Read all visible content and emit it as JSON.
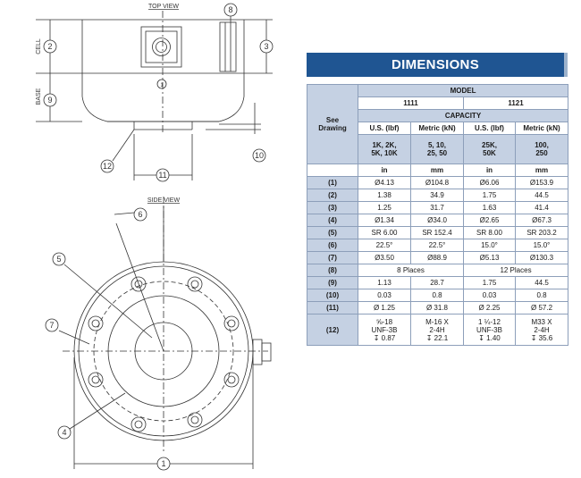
{
  "drawing": {
    "top_view_title": "TOP VIEW",
    "side_view_title": "SIDE VIEW",
    "cell_label": "CELL",
    "base_label": "BASE",
    "callouts": [
      "1",
      "2",
      "3",
      "4",
      "5",
      "6",
      "7",
      "8",
      "9",
      "10",
      "11",
      "12"
    ]
  },
  "dimensions": {
    "title": "DIMENSIONS",
    "see_drawing": [
      "See",
      "Drawing"
    ],
    "model_label": "MODEL",
    "models": [
      "1111",
      "1121"
    ],
    "capacity_label": "CAPACITY",
    "unit_headers": [
      "U.S. (lbf)",
      "Metric (kN)",
      "U.S. (lbf)",
      "Metric (kN)"
    ],
    "capacities": [
      [
        "1K, 2K,",
        "5K, 10K"
      ],
      [
        "5, 10,",
        "25, 50"
      ],
      [
        "25K,",
        "50K"
      ],
      [
        "100,",
        "250"
      ]
    ],
    "units": [
      "in",
      "mm",
      "in",
      "mm"
    ],
    "rows": [
      {
        "ref": "(1)",
        "vals": [
          "Ø4.13",
          "Ø104.8",
          "Ø6.06",
          "Ø153.9"
        ]
      },
      {
        "ref": "(2)",
        "vals": [
          "1.38",
          "34.9",
          "1.75",
          "44.5"
        ]
      },
      {
        "ref": "(3)",
        "vals": [
          "1.25",
          "31.7",
          "1.63",
          "41.4"
        ]
      },
      {
        "ref": "(4)",
        "vals": [
          "Ø1.34",
          "Ø34.0",
          "Ø2.65",
          "Ø67.3"
        ]
      },
      {
        "ref": "(5)",
        "vals": [
          "SR 6.00",
          "SR 152.4",
          "SR 8.00",
          "SR 203.2"
        ]
      },
      {
        "ref": "(6)",
        "vals": [
          "22.5°",
          "22.5°",
          "15.0°",
          "15.0°"
        ]
      },
      {
        "ref": "(7)",
        "vals": [
          "Ø3.50",
          "Ø88.9",
          "Ø5.13",
          "Ø130.3"
        ]
      },
      {
        "ref": "(8)",
        "merged": [
          "8 Places",
          "12 Places"
        ]
      },
      {
        "ref": "(9)",
        "vals": [
          "1.13",
          "28.7",
          "1.75",
          "44.5"
        ]
      },
      {
        "ref": "(10)",
        "vals": [
          "0.03",
          "0.8",
          "0.03",
          "0.8"
        ]
      },
      {
        "ref": "(11)",
        "vals": [
          "Ø 1.25",
          "Ø 31.8",
          "Ø 2.25",
          "Ø 57.2"
        ]
      }
    ],
    "row12": {
      "ref": "(12)",
      "vals": [
        [
          "⅝-18",
          "UNF-3B",
          "↧ 0.87"
        ],
        [
          "M-16 X",
          "2-4H",
          "↧ 22.1"
        ],
        [
          "1 ¼-12",
          "UNF-3B",
          "↧ 1.40"
        ],
        [
          "M33 X",
          "2-4H",
          "↧ 35.6"
        ]
      ]
    }
  },
  "colors": {
    "header_bg": "#1f5592",
    "cell_shade": "#c5d1e3",
    "border": "#8d9fba"
  }
}
